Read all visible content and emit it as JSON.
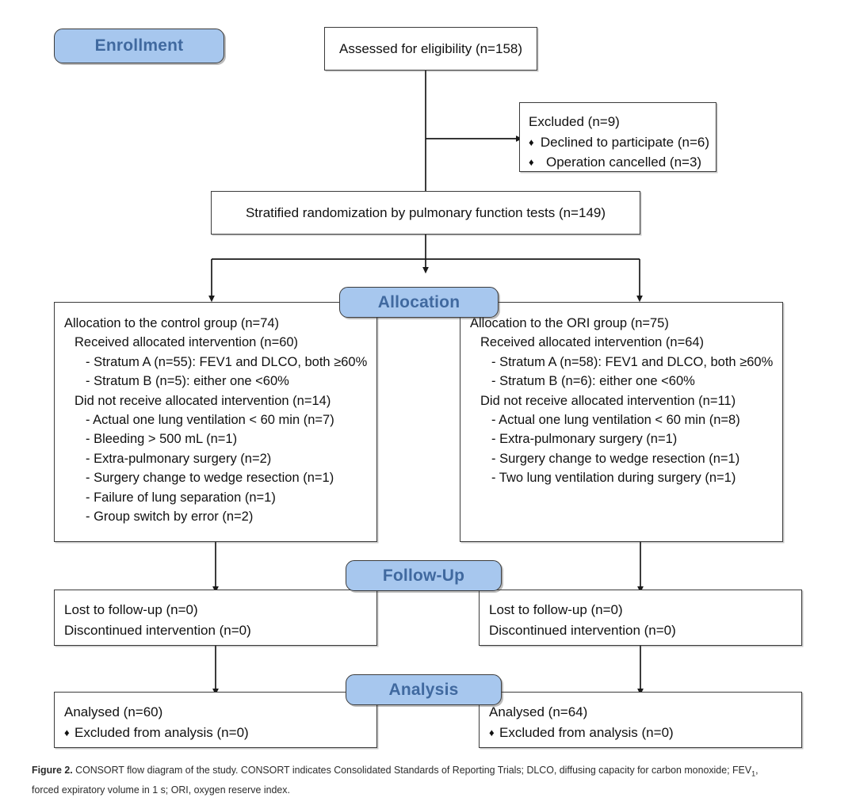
{
  "figure": {
    "caption_label": "Figure 2.",
    "caption_part1": " CONSORT flow diagram of the study. CONSORT indicates Consolidated Standards of Reporting Trials; DLCO, diffusing capacity for carbon monoxide; FEV",
    "caption_sub": "1",
    "caption_part2": ", forced expiratory volume in 1 s; ORI, oxygen reserve index."
  },
  "colors": {
    "pill_fill": "#a7c7ee",
    "pill_text": "#40699f",
    "box_border": "#3b3b3b",
    "box_fill": "#ffffff",
    "connector": "#1a1a1a"
  },
  "stages": {
    "enrollment": "Enrollment",
    "allocation": "Allocation",
    "followup": "Follow-Up",
    "analysis": "Analysis"
  },
  "nodes": {
    "assessed": "Assessed for eligibility (n=158)",
    "excluded": {
      "title": "Excluded (n=9)",
      "bullet_glyph": "♦",
      "items": [
        "Declined to participate (n=6)",
        "Operation cancelled (n=3)"
      ]
    },
    "randomization": "Stratified randomization by pulmonary function tests (n=149)",
    "allocation_control": [
      {
        "level": 0,
        "text": "Allocation to the control group (n=74)"
      },
      {
        "level": 1,
        "text": "Received allocated intervention (n=60)"
      },
      {
        "level": 2,
        "text": "- Stratum A (n=55): FEV1 and DLCO, both ≥60%"
      },
      {
        "level": 2,
        "text": "- Stratum B (n=5): either one <60%"
      },
      {
        "level": 1,
        "text": "Did not receive allocated intervention (n=14)"
      },
      {
        "level": 2,
        "text": "- Actual one lung ventilation < 60 min (n=7)"
      },
      {
        "level": 2,
        "text": "- Bleeding > 500 mL (n=1)"
      },
      {
        "level": 2,
        "text": "- Extra-pulmonary surgery (n=2)"
      },
      {
        "level": 2,
        "text": "- Surgery change to wedge resection (n=1)"
      },
      {
        "level": 2,
        "text": "- Failure of lung separation (n=1)"
      },
      {
        "level": 2,
        "text": "- Group switch by error (n=2)"
      }
    ],
    "allocation_ori": [
      {
        "level": 0,
        "text": "Allocation to the ORI group (n=75)"
      },
      {
        "level": 1,
        "text": "Received allocated intervention (n=64)"
      },
      {
        "level": 2,
        "text": "- Stratum A (n=58): FEV1 and DLCO, both ≥60%"
      },
      {
        "level": 2,
        "text": "- Stratum B (n=6): either one <60%"
      },
      {
        "level": 1,
        "text": "Did not receive allocated intervention (n=11)"
      },
      {
        "level": 2,
        "text": "- Actual one lung ventilation < 60 min (n=8)"
      },
      {
        "level": 2,
        "text": "- Extra-pulmonary surgery (n=1)"
      },
      {
        "level": 2,
        "text": "- Surgery change to wedge resection (n=1)"
      },
      {
        "level": 2,
        "text": "- Two lung ventilation during surgery (n=1)"
      }
    ],
    "followup_control": [
      "Lost to follow-up (n=0)",
      "Discontinued intervention (n=0)"
    ],
    "followup_ori": [
      "Lost to follow-up (n=0)",
      "Discontinued intervention (n=0)"
    ],
    "analysis_control": {
      "title": "Analysed (n=60)",
      "bullet_glyph": "♦",
      "items": [
        "Excluded from analysis (n=0)"
      ]
    },
    "analysis_ori": {
      "title": "Analysed (n=64)",
      "bullet_glyph": "♦",
      "items": [
        "Excluded from analysis (n=0)"
      ]
    }
  }
}
